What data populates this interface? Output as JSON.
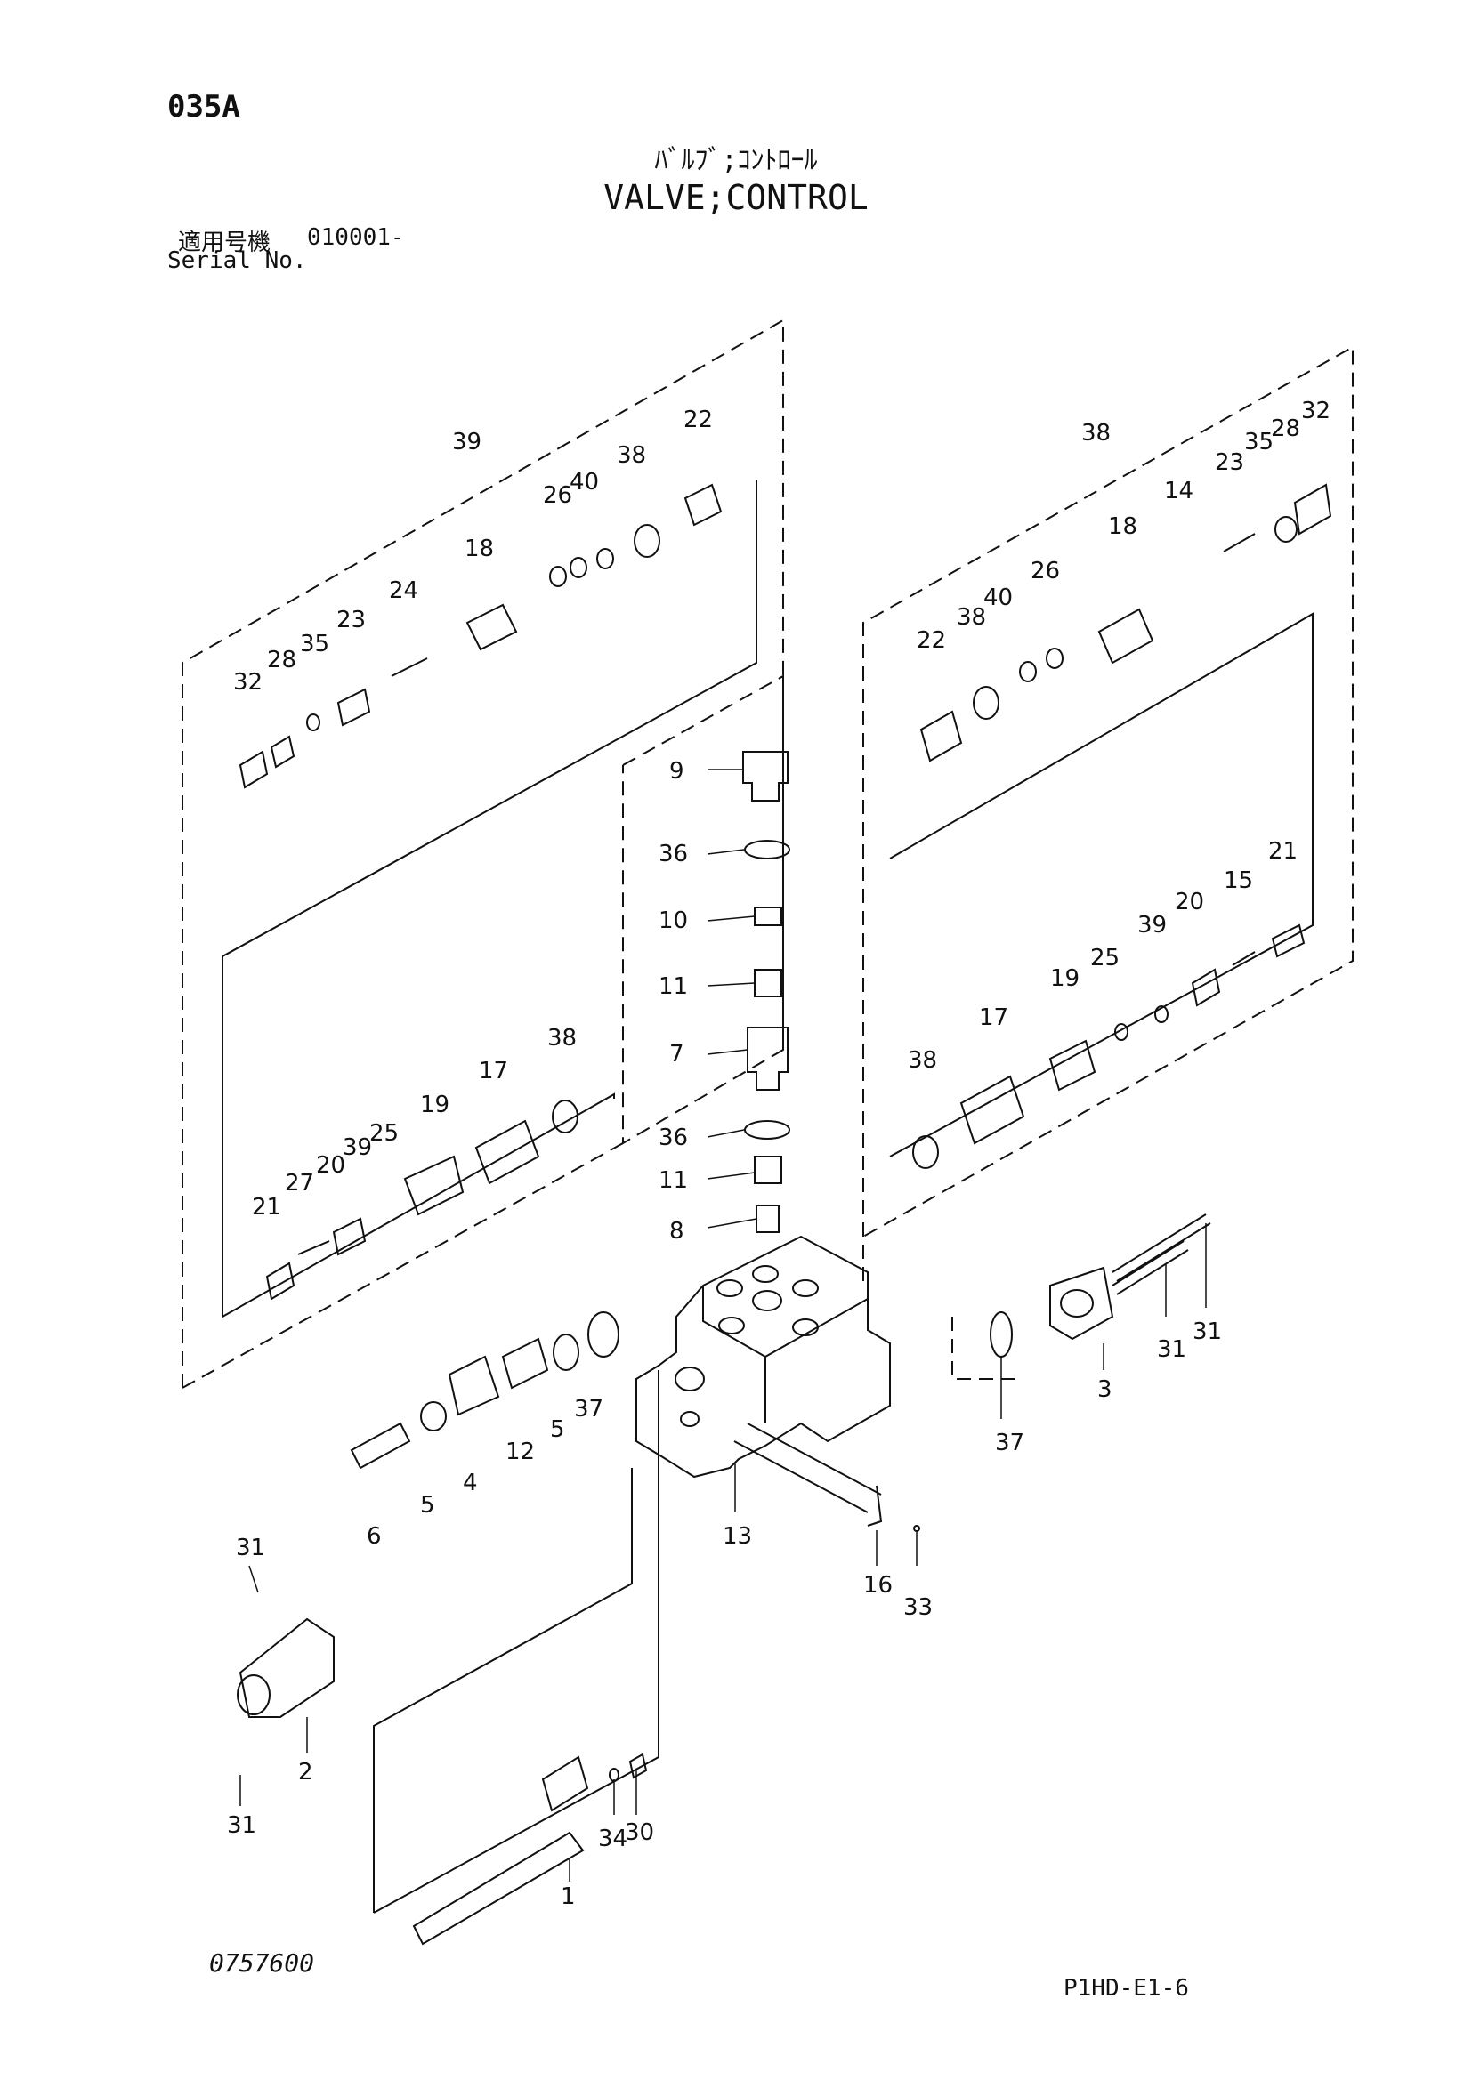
{
  "header": {
    "page_code": "035A",
    "title_jp": "ﾊﾞﾙﾌﾞ;ｺﾝﾄﾛｰﾙ",
    "title_en": "VALVE;CONTROL",
    "serial_label_jp": "適用号機",
    "serial_value": "010001-",
    "serial_label_en": "Serial No."
  },
  "footer": {
    "drawing_number": "0757600",
    "page_reference": "P1HD-E1-6"
  },
  "callouts": {
    "left_top": [
      "39",
      "22",
      "38",
      "40",
      "26",
      "18",
      "24",
      "23",
      "35",
      "28",
      "32"
    ],
    "left_bottom": [
      "38",
      "17",
      "19",
      "25",
      "39",
      "20",
      "27",
      "21"
    ],
    "right_top": [
      "38",
      "32",
      "28",
      "35",
      "23",
      "14",
      "18",
      "26",
      "40",
      "38",
      "22"
    ],
    "right_bottom": [
      "21",
      "15",
      "20",
      "39",
      "25",
      "19",
      "17",
      "38"
    ],
    "center_stack": [
      "9",
      "36",
      "10",
      "11",
      "7",
      "36",
      "11",
      "8"
    ],
    "body": [
      "37",
      "5",
      "12",
      "4",
      "5",
      "6",
      "31",
      "2",
      "31",
      "13",
      "16",
      "33",
      "3",
      "31",
      "31",
      "37",
      "34",
      "30",
      "1"
    ]
  }
}
